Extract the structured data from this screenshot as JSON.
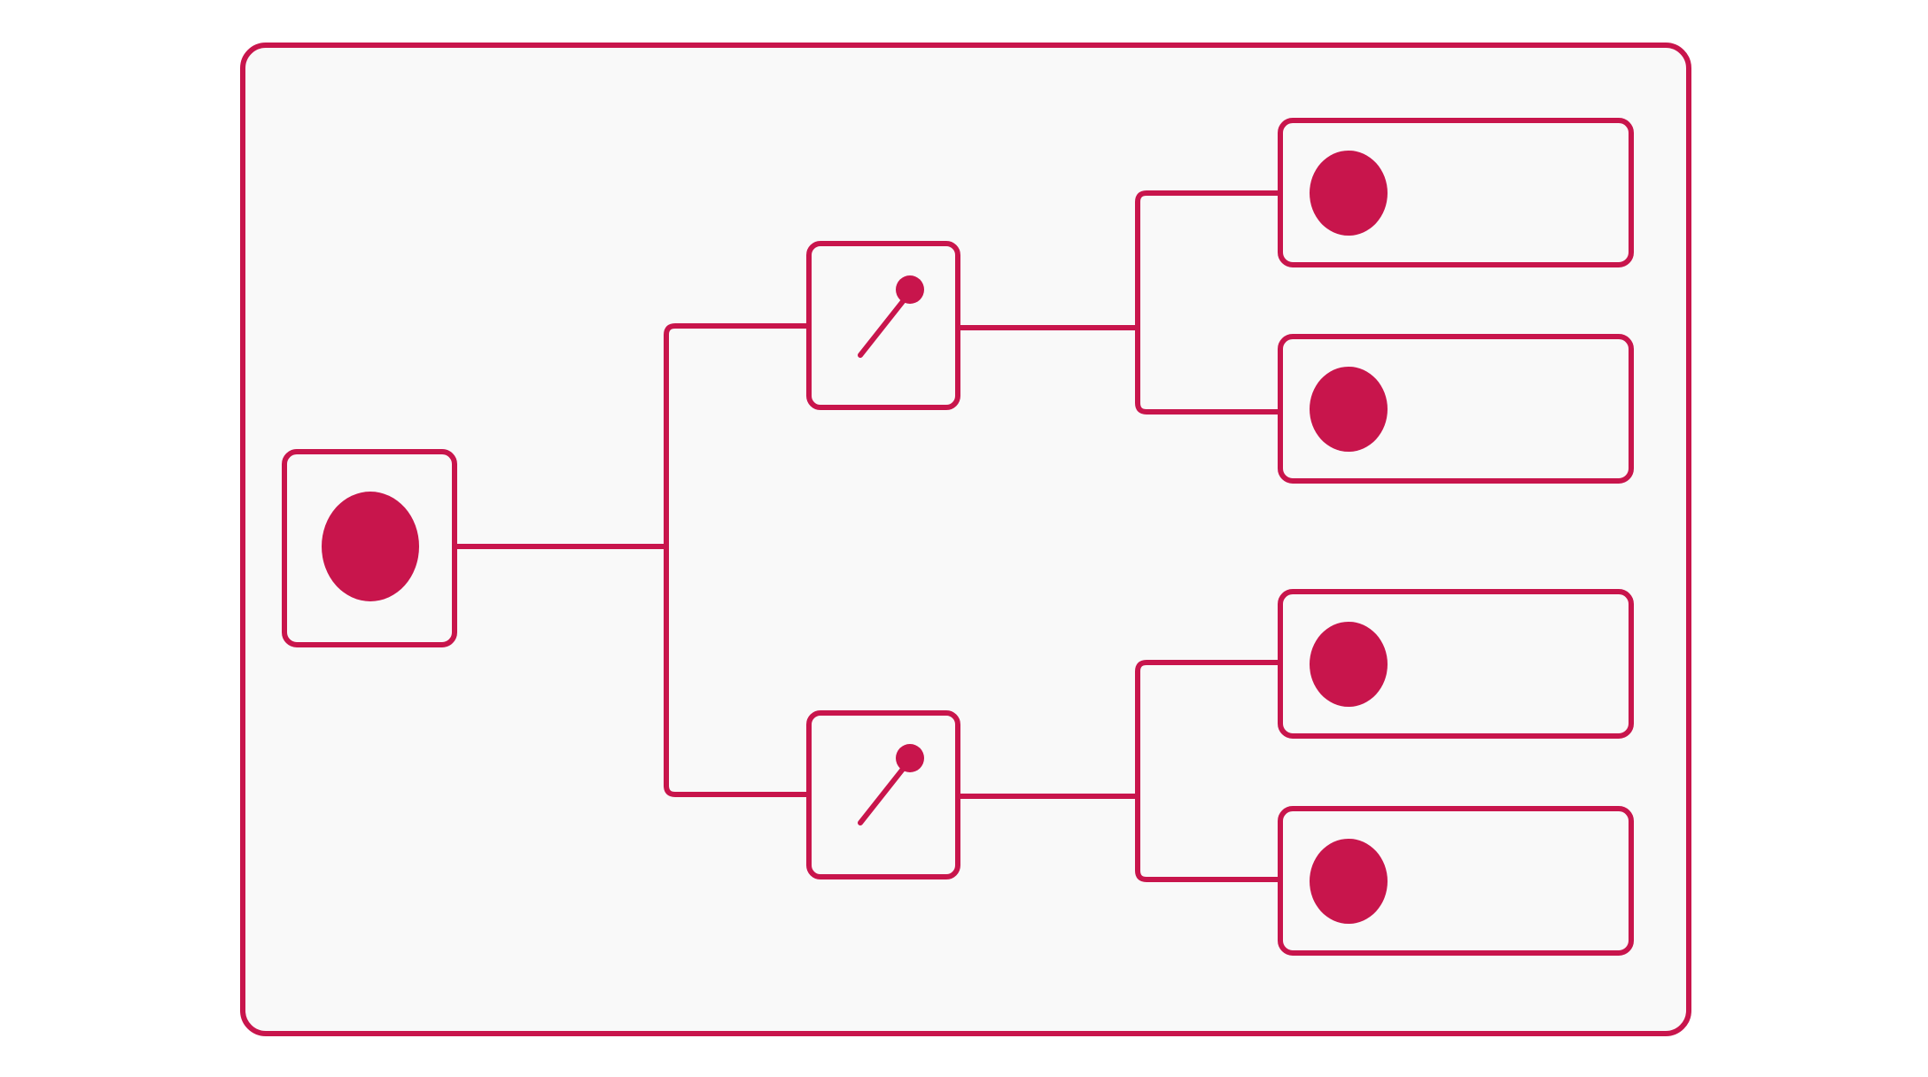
{
  "diagram": {
    "kind": "tree",
    "colors": {
      "accent": "#C8154C",
      "panel_fill": "#F9F9F9",
      "page_background": "#FFFFFF"
    },
    "root": {
      "id": "root",
      "icon": "filled-circle-icon",
      "children": [
        {
          "id": "branch-top",
          "icon": "toggle-switch-icon",
          "children": [
            {
              "id": "leaf-1",
              "icon": "filled-circle-icon"
            },
            {
              "id": "leaf-2",
              "icon": "filled-circle-icon"
            }
          ]
        },
        {
          "id": "branch-bottom",
          "icon": "toggle-switch-icon",
          "children": [
            {
              "id": "leaf-3",
              "icon": "filled-circle-icon"
            },
            {
              "id": "leaf-4",
              "icon": "filled-circle-icon"
            }
          ]
        }
      ]
    }
  }
}
